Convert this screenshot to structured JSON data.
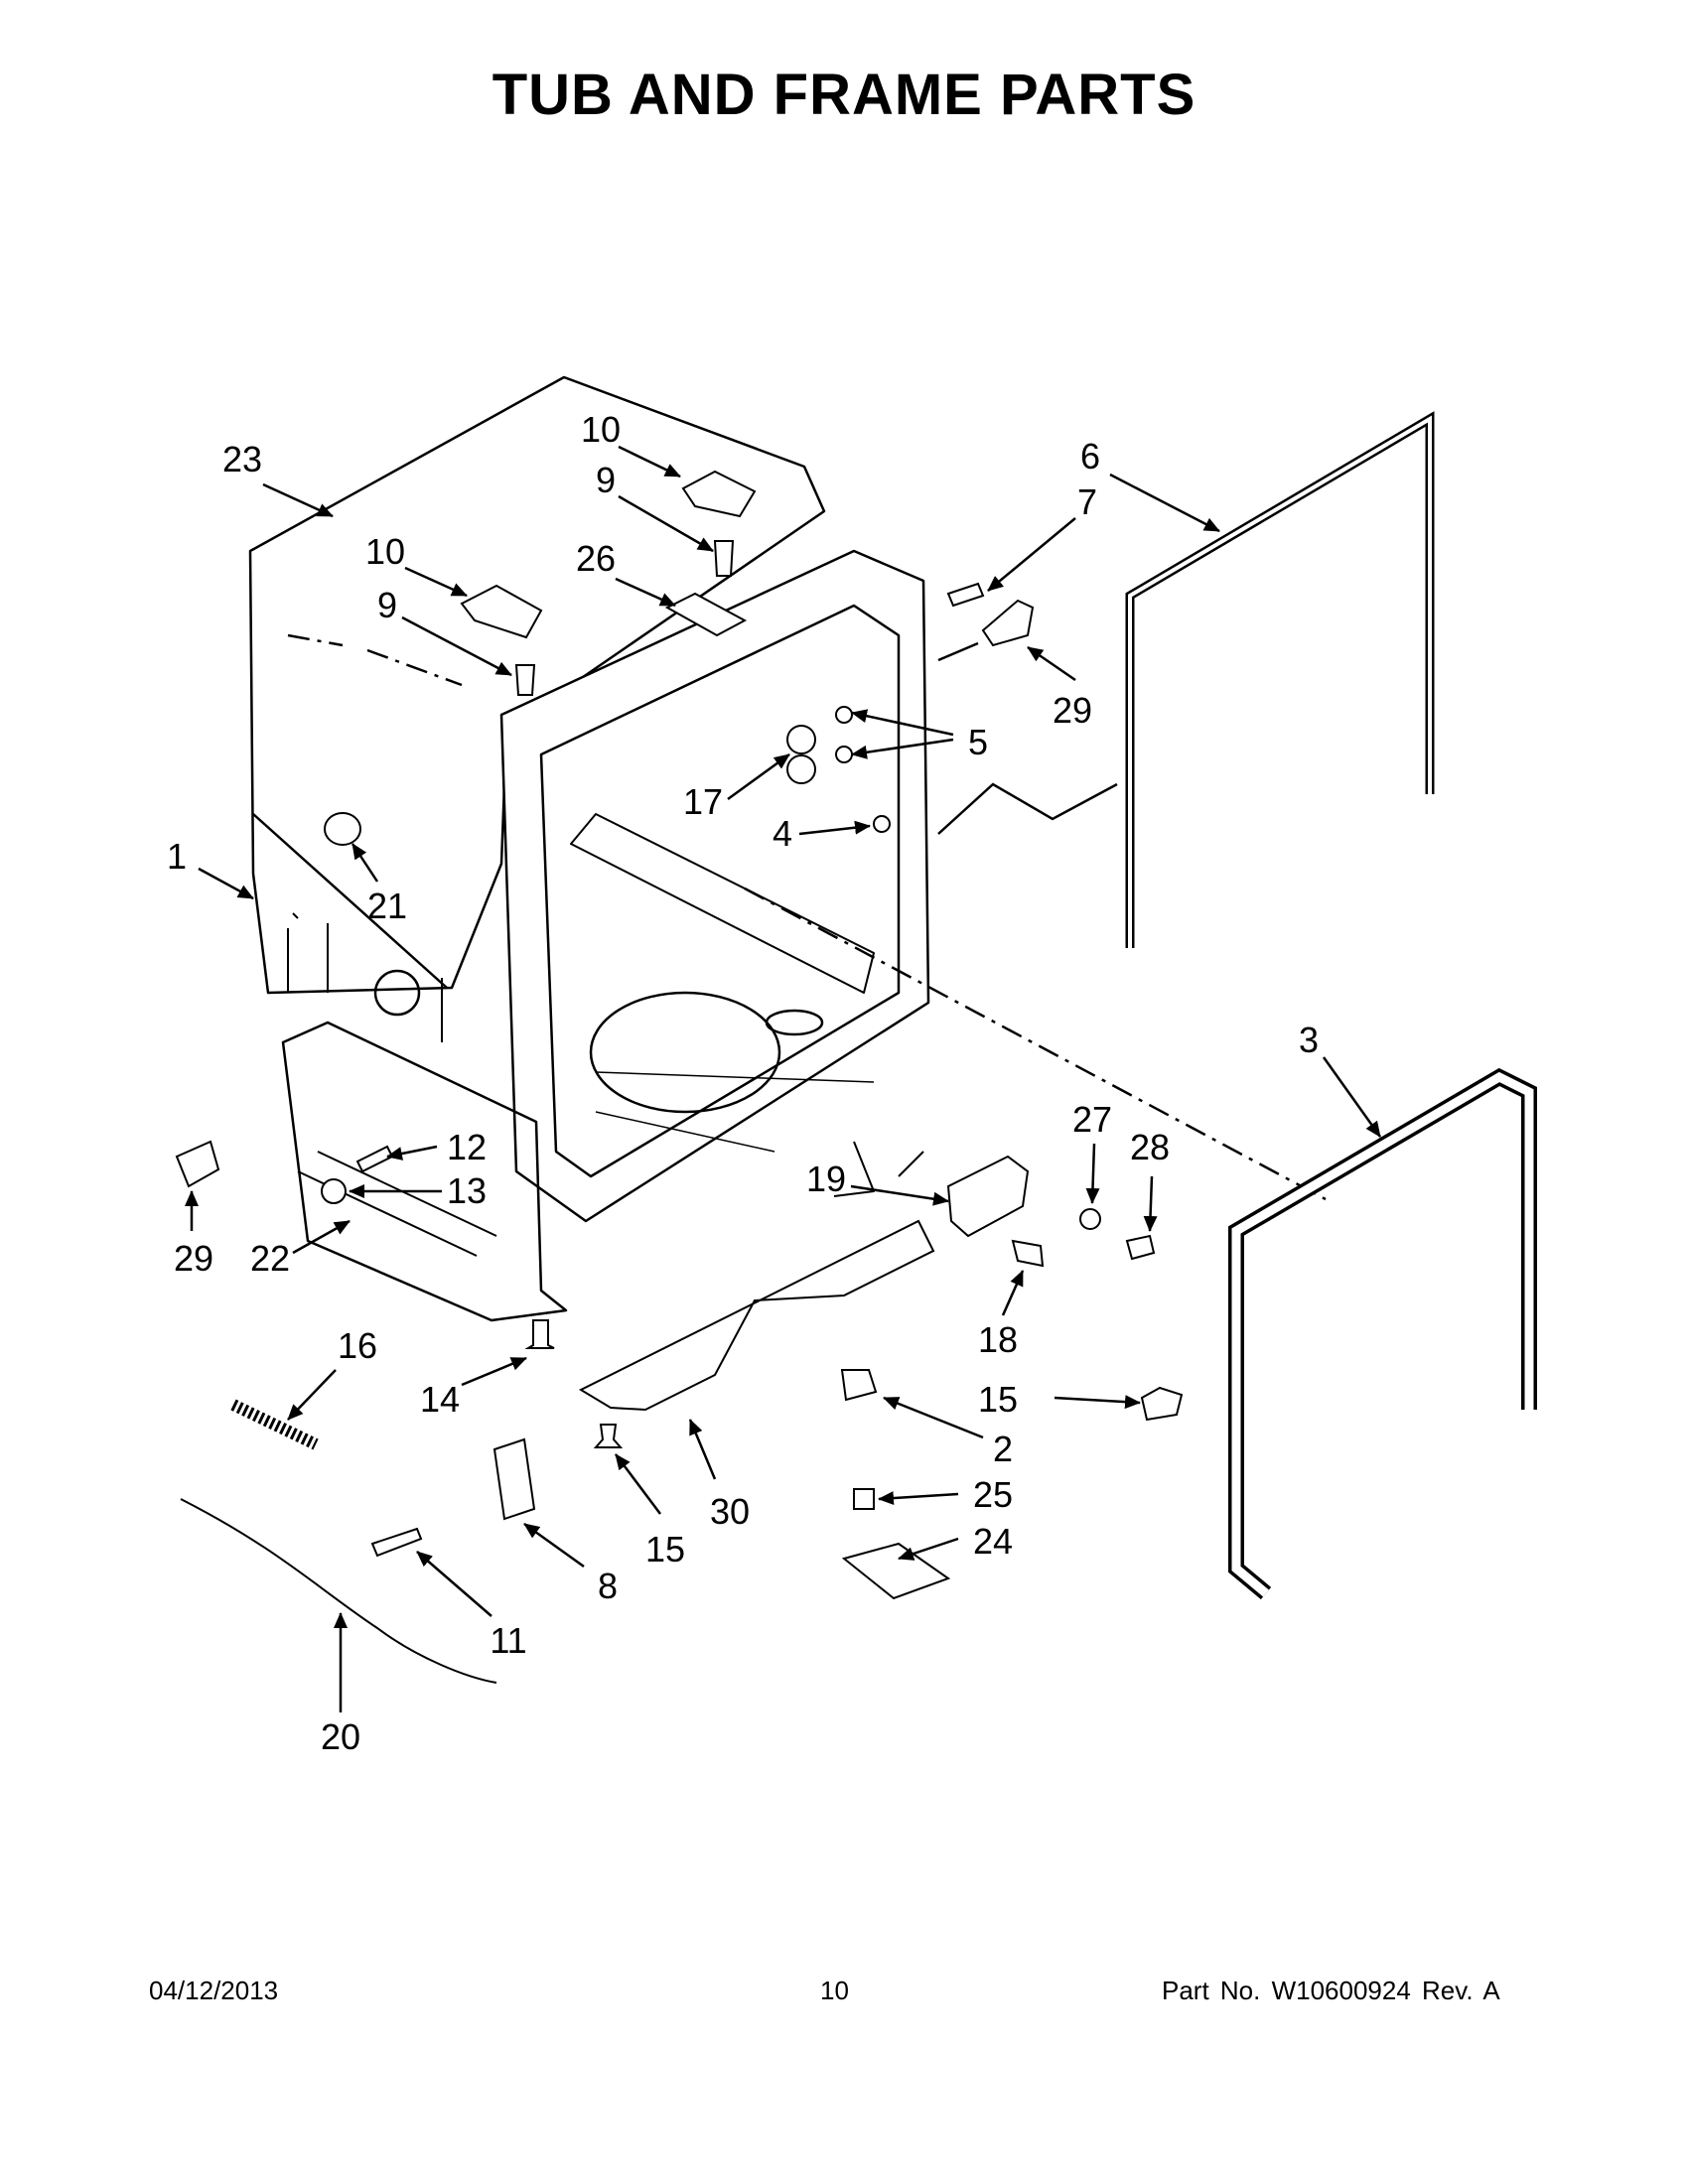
{
  "title": "TUB AND FRAME PARTS",
  "footer": {
    "date": "04/12/2013",
    "page": "10",
    "part": "Part No.  W10600924  Rev.  A"
  },
  "callouts": {
    "c1": "1",
    "c2": "2",
    "c3": "3",
    "c4": "4",
    "c5": "5",
    "c6": "6",
    "c7": "7",
    "c8": "8",
    "c9a": "9",
    "c9b": "9",
    "c10a": "10",
    "c10b": "10",
    "c11": "11",
    "c12": "12",
    "c13": "13",
    "c14": "14",
    "c15a": "15",
    "c15b": "15",
    "c16": "16",
    "c17": "17",
    "c18": "18",
    "c19": "19",
    "c20": "20",
    "c21": "21",
    "c22": "22",
    "c23": "23",
    "c24": "24",
    "c25": "25",
    "c26": "26",
    "c27": "27",
    "c28": "28",
    "c29a": "29",
    "c29b": "29",
    "c30": "30"
  }
}
